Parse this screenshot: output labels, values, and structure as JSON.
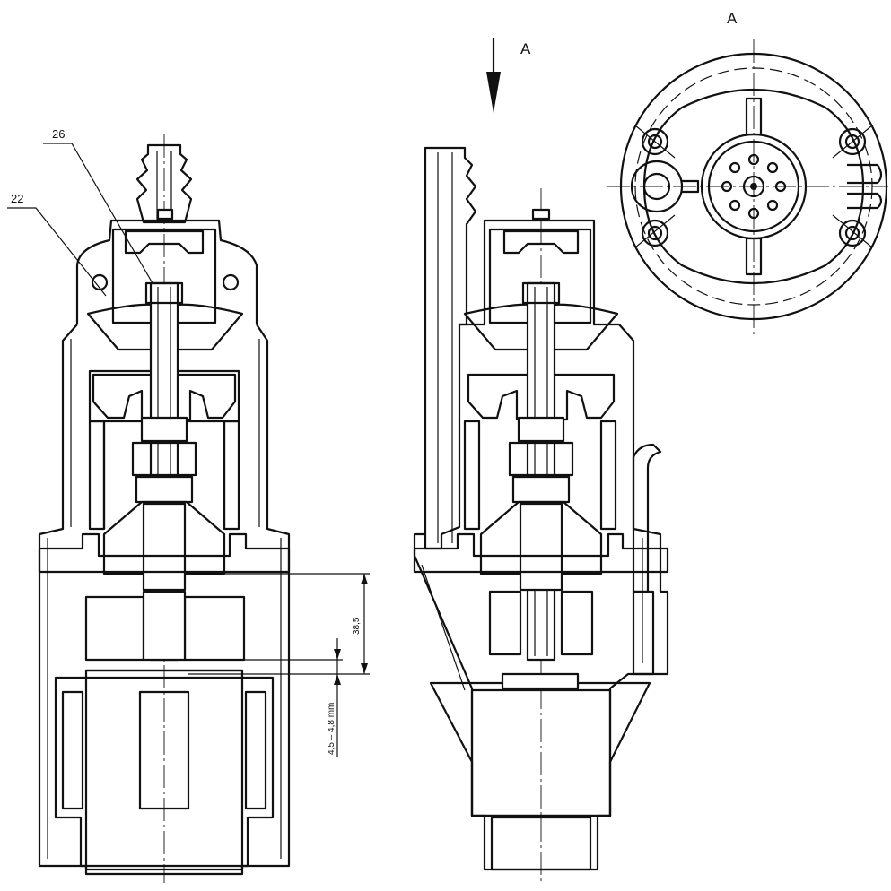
{
  "labels": {
    "part_22": "22",
    "part_26": "26",
    "view_arrow": "A",
    "view_title": "A",
    "dim_gap": "38,5",
    "dim_stroke": "4,5 – 4,8 mm"
  },
  "colors": {
    "line": "#111111",
    "background": "#ffffff"
  }
}
